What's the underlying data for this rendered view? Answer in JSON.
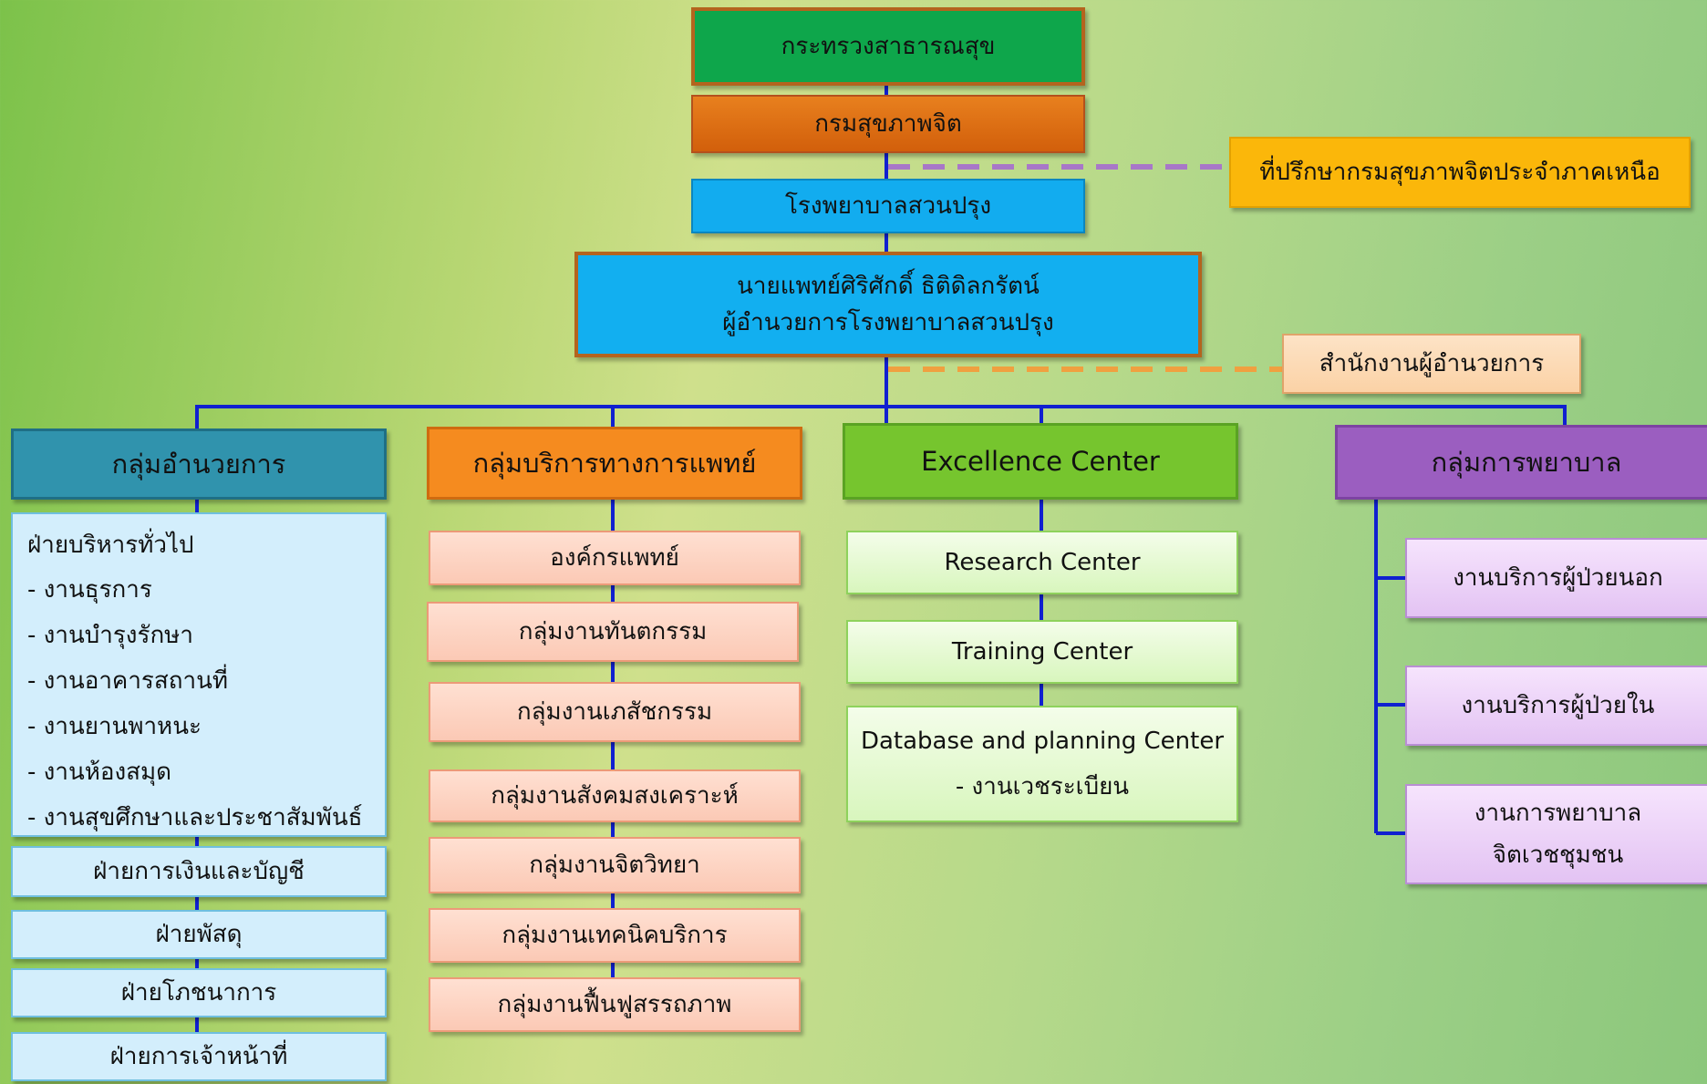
{
  "top": {
    "ministry": "กระทรวงสาธารณสุข",
    "department": "กรมสุขภาพจิต",
    "hospital": "โรงพยาบาลสวนปรุง",
    "director_name": "นายแพทย์ศิริศักดิ์  ธิติดิลกรัตน์",
    "director_title": "ผู้อำนวยการโรงพยาบาลสวนปรุง",
    "advisor": "ที่ปรึกษากรมสุขภาพจิตประจำภาคเหนือ",
    "director_office": "สำนักงานผู้อำนวยการ"
  },
  "admin_group": {
    "header": "กลุ่มอำนวยการ",
    "general_title": "ฝ่ายบริหารทั่วไป",
    "general_items": [
      "- งานธุรการ",
      "- งานบำรุงรักษา",
      "- งานอาคารสถานที่",
      "- งานยานพาหนะ",
      "- งานห้องสมุด",
      "- งานสุขศึกษาและประชาสัมพันธ์"
    ],
    "units": [
      "ฝ่ายการเงินและบัญชี",
      "ฝ่ายพัสดุ",
      "ฝ่ายโภชนาการ",
      "ฝ่ายการเจ้าหน้าที่"
    ]
  },
  "medical_group": {
    "header": "กลุ่มบริการทางการแพทย์",
    "units": [
      "องค์กรแพทย์",
      "กลุ่มงานทันตกรรม",
      "กลุ่มงานเภสัชกรรม",
      "กลุ่มงานสังคมสงเคราะห์",
      "กลุ่มงานจิตวิทยา",
      "กลุ่มงานเทคนิคบริการ",
      "กลุ่มงานฟื้นฟูสรรถภาพ"
    ]
  },
  "excellence_group": {
    "header": "Excellence Center",
    "units": [
      "Research Center",
      "Training Center"
    ],
    "database_line1": "Database and planning Center",
    "database_line2": "- งานเวชระเบียน"
  },
  "nursing_group": {
    "header": "กลุ่มการพยาบาล",
    "units": [
      "งานบริการผู้ป่วยนอก",
      "งานบริการผู้ป่วยใน"
    ],
    "community_line1": "งานการพยาบาล",
    "community_line2": "จิตเวชชุมชน"
  },
  "colors": {
    "connector": "#1020d0",
    "advisor_dash": "#a877c8",
    "office_dash": "#f0a040"
  }
}
